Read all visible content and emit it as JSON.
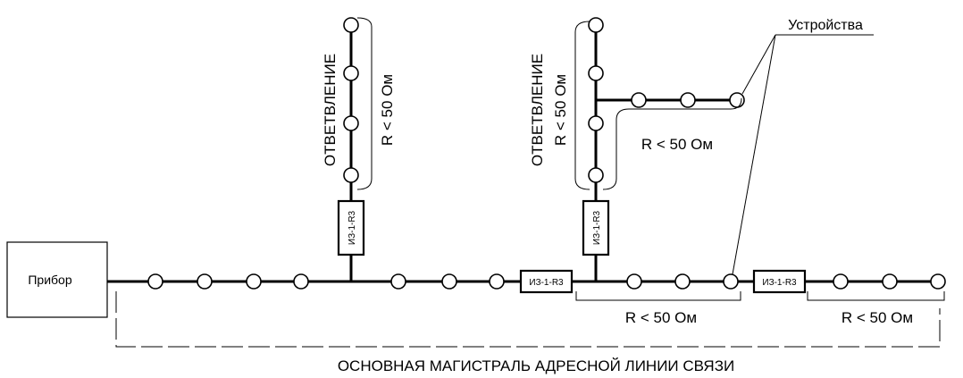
{
  "device_label": "Прибор",
  "isolator_label": "ИЗ-1-R3",
  "branch_label": "ОТВЕТВЛЕНИЕ",
  "resistance_label": "R < 50 Ом",
  "devices_label": "Устройства",
  "main_line_label": "ОСНОВНАЯ МАГИСТРАЛЬ АДРЕСНОЙ ЛИНИИ СВЯЗИ"
}
